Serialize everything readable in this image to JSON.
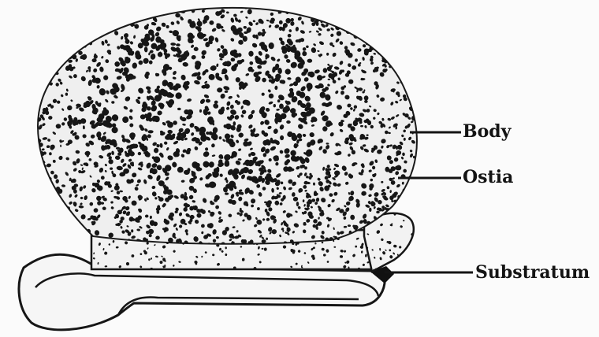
{
  "labels": {
    "body": "Body",
    "ostia": "Ostia",
    "substratum": "Substratum"
  },
  "colors": {
    "ink": "#141414",
    "paper": "#fbfbfb"
  }
}
